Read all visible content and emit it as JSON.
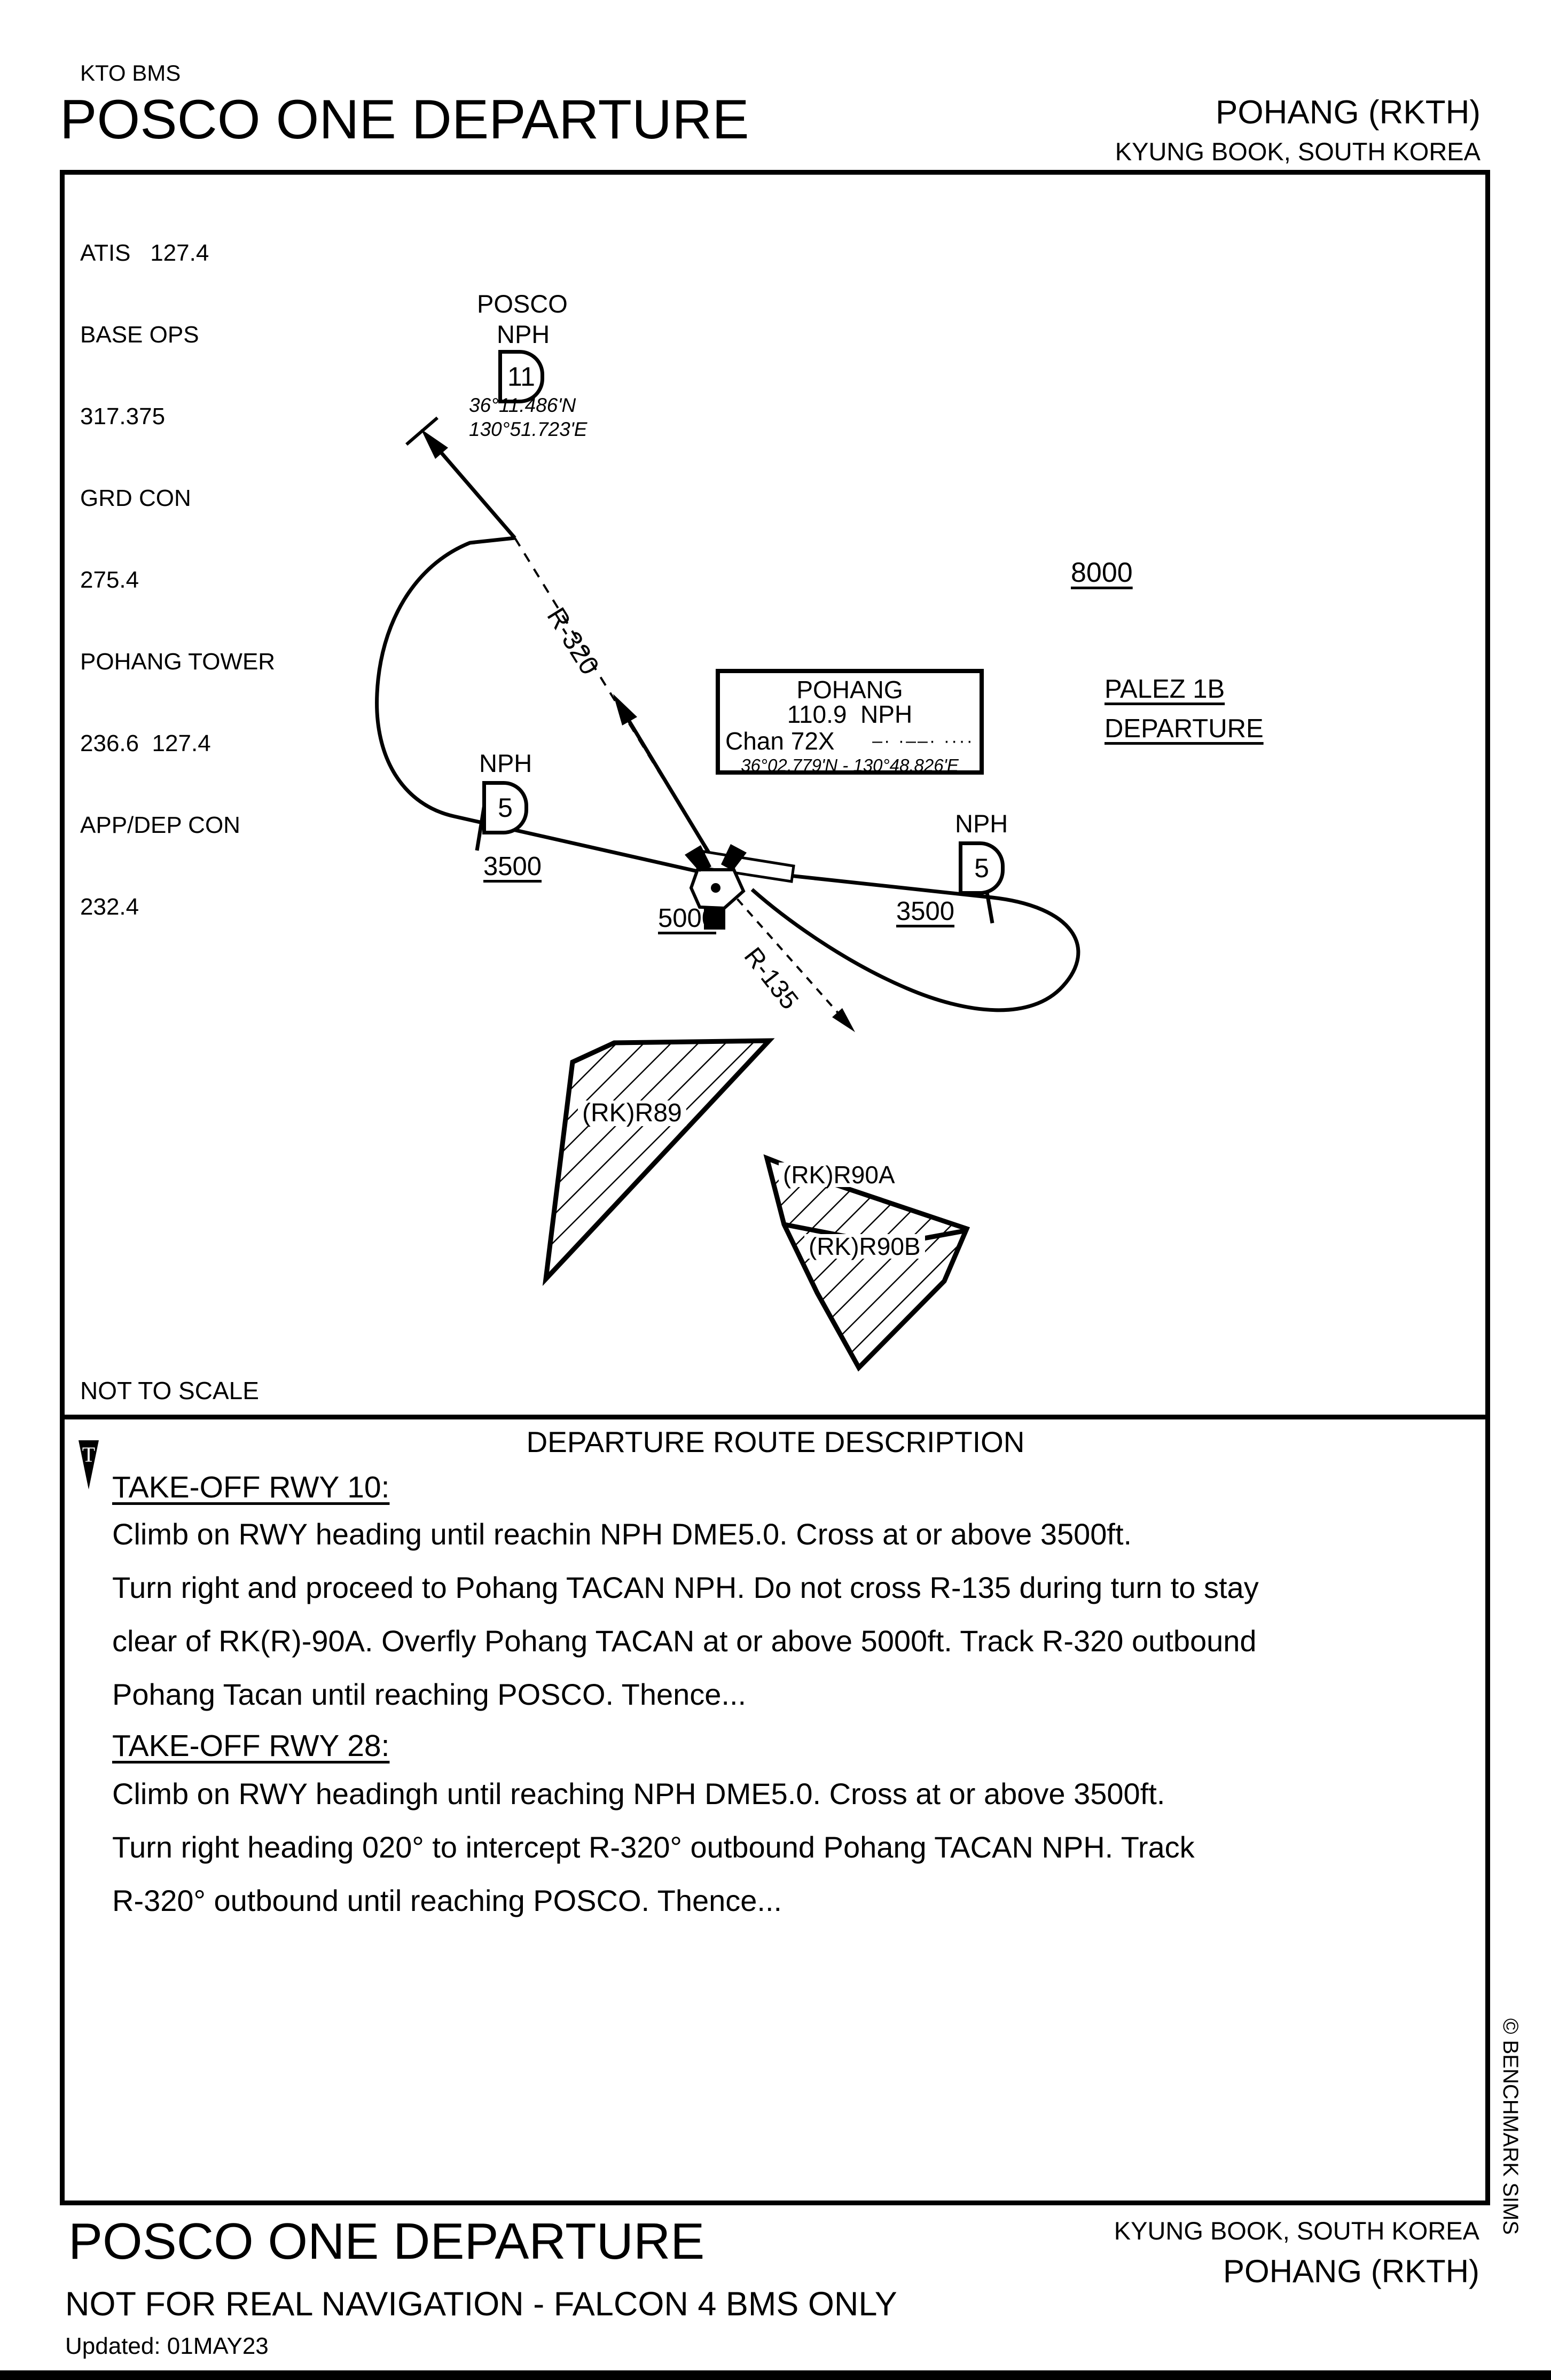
{
  "header": {
    "org": "KTO BMS",
    "title": "POSCO ONE DEPARTURE",
    "airport": "POHANG (RKTH)",
    "location": "KYUNG BOOK, SOUTH KOREA"
  },
  "frequencies": [
    "ATIS   127.4",
    "BASE OPS",
    "317.375",
    "GRD CON",
    "275.4",
    "POHANG TOWER",
    "236.6  127.4",
    "APP/DEP CON",
    "232.4"
  ],
  "posco_fix": {
    "name": "POSCO",
    "navaid": "NPH",
    "dme": "11",
    "lat": "36°11.486'N",
    "lon": "130°51.723'E"
  },
  "pohang_navaid": {
    "name": "POHANG",
    "freq_id": "110.9  NPH",
    "channel": "Chan 72X",
    "morse": "‒· ·‒‒· ····",
    "coords": "36°02.779'N - 130°48.826'E"
  },
  "map_labels": {
    "alt_8000": "8000",
    "palez_1": "PALEZ 1B",
    "palez_2": "DEPARTURE",
    "r320": "R-320",
    "r135": "R-135",
    "alt_3500": "3500",
    "alt_5000": "5000",
    "nph": "NPH",
    "dme_5": "5",
    "not_to_scale": "NOT TO SCALE",
    "r89": "(RK)R89",
    "r90a": "(RK)R90A",
    "r90b": "(RK)R90B",
    "takeoff_symbol": "T"
  },
  "route_description": {
    "heading": "DEPARTURE ROUTE DESCRIPTION",
    "rwy10": {
      "title": "TAKE-OFF RWY 10:",
      "lines": [
        "Climb on RWY heading until reachin NPH DME5.0. Cross at or above 3500ft.",
        "Turn right and proceed to Pohang TACAN NPH. Do not cross R-135 during turn to stay",
        "clear of RK(R)-90A. Overfly Pohang TACAN at or above 5000ft. Track R-320 outbound",
        "Pohang Tacan until reaching POSCO. Thence..."
      ]
    },
    "rwy28": {
      "title": "TAKE-OFF RWY 28:",
      "lines": [
        "Climb on RWY headingh until reaching NPH DME5.0. Cross at or above 3500ft.",
        "Turn right heading 020° to intercept R-320° outbound Pohang TACAN NPH. Track",
        "R-320° outbound until reaching POSCO. Thence..."
      ]
    }
  },
  "footer": {
    "title": "POSCO ONE DEPARTURE",
    "disclaimer": "NOT FOR REAL NAVIGATION - FALCON 4 BMS ONLY",
    "updated": "Updated: 01MAY23",
    "location": "KYUNG BOOK, SOUTH KOREA",
    "airport": "POHANG (RKTH)",
    "copyright": "© BENCHMARK SIMS"
  }
}
